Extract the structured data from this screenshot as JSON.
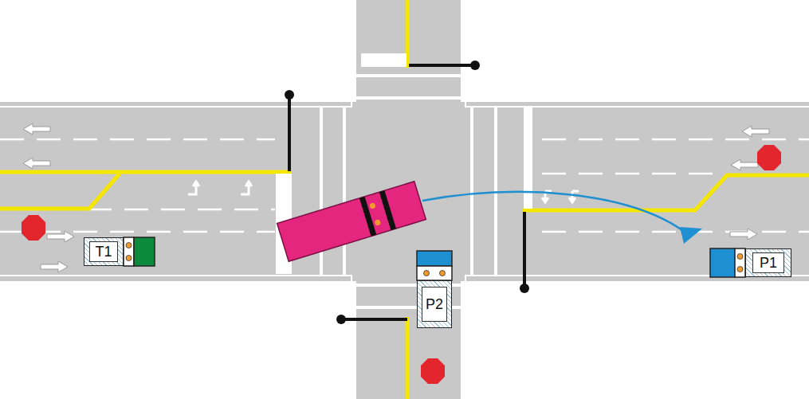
{
  "diagram": {
    "nodes": [
      {
        "text": [
          "T1"
        ]
      },
      {
        "text": [
          "P1"
        ]
      },
      {
        "text": [
          "P2"
        ]
      }
    ]
  }
}
